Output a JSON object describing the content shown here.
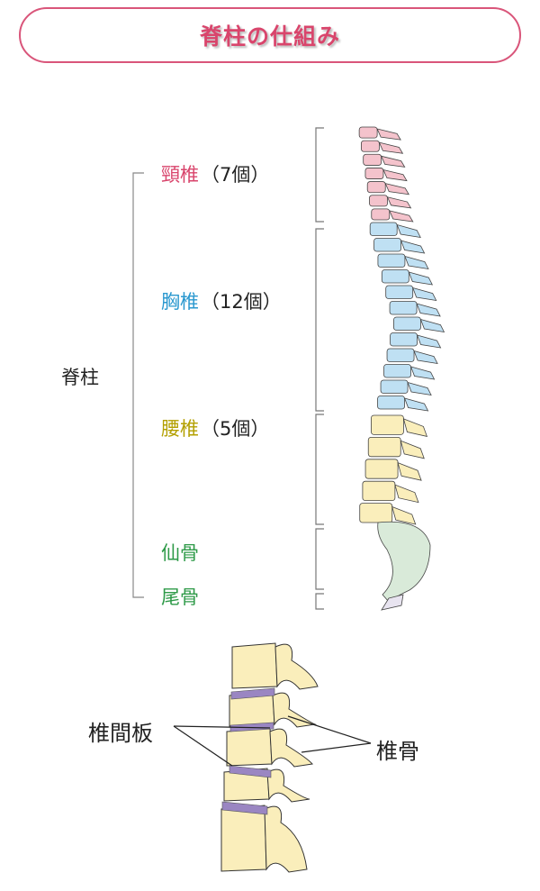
{
  "title": "脊柱の仕組み",
  "spine_label": "脊柱",
  "regions": [
    {
      "name": "頸椎",
      "count": "（7個）",
      "color": "#d9456c"
    },
    {
      "name": "胸椎",
      "count": "（12個）",
      "color": "#2a98cf"
    },
    {
      "name": "腰椎",
      "count": "（5個）",
      "color": "#b3a000"
    },
    {
      "name": "仙骨",
      "count": "",
      "color": "#2e9a48"
    },
    {
      "name": "尾骨",
      "count": "",
      "color": "#2e9a48"
    }
  ],
  "detail": {
    "disc_label": "椎間板",
    "vertebra_label": "椎骨"
  }
}
